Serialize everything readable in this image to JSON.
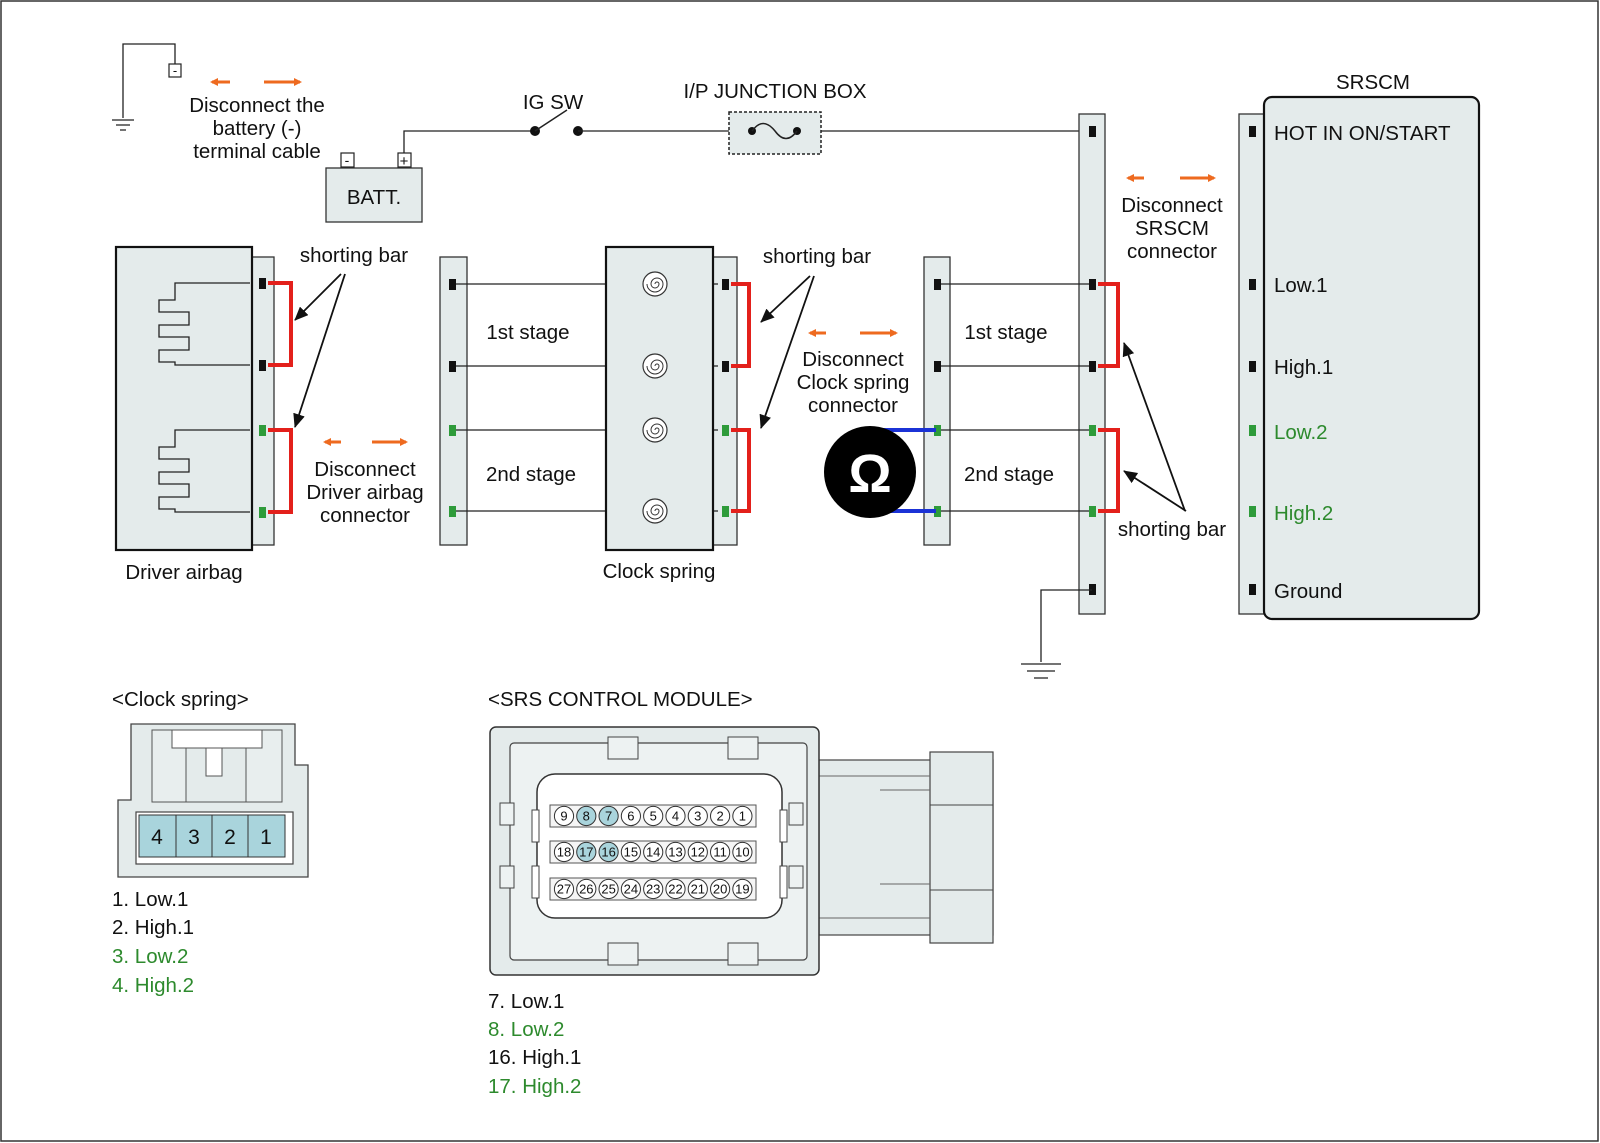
{
  "top": {
    "ig_sw": "IG SW",
    "junction_box": "I/P JUNCTION BOX",
    "battery": "BATT.",
    "battery_minus": "-",
    "battery_plus": "+",
    "ground_minus": "-",
    "disconnect_battery": [
      "Disconnect the",
      "battery (-)",
      "terminal cable"
    ]
  },
  "driver_airbag": {
    "label": "Driver airbag",
    "shorting_bar": "shorting bar",
    "disconnect": [
      "Disconnect",
      "Driver airbag",
      "connector"
    ]
  },
  "clock_spring": {
    "label": "Clock spring",
    "stage1": "1st stage",
    "stage2": "2nd stage",
    "shorting_bar": "shorting bar",
    "disconnect": [
      "Disconnect",
      "Clock spring",
      "connector"
    ]
  },
  "harness": {
    "stage1": "1st stage",
    "stage2": "2nd stage",
    "ohm": "Ω",
    "shorting_bar": "shorting bar",
    "disconnect": [
      "Disconnect",
      "SRSCM",
      "connector"
    ]
  },
  "srscm": {
    "title": "SRSCM",
    "pins": [
      {
        "label": "HOT IN ON/START",
        "color": "black"
      },
      {
        "label": "Low.1",
        "color": "black"
      },
      {
        "label": "High.1",
        "color": "black"
      },
      {
        "label": "Low.2",
        "color": "green"
      },
      {
        "label": "High.2",
        "color": "green"
      },
      {
        "label": "Ground",
        "color": "black"
      }
    ]
  },
  "clock_spring_connector": {
    "title": "<Clock spring>",
    "cells": [
      "4",
      "3",
      "2",
      "1"
    ],
    "legend": [
      {
        "text": "1. Low.1",
        "color": "black"
      },
      {
        "text": "2. High.1",
        "color": "black"
      },
      {
        "text": "3. Low.2",
        "color": "green"
      },
      {
        "text": "4. High.2",
        "color": "green"
      }
    ]
  },
  "srs_module_connector": {
    "title": "<SRS CONTROL MODULE>",
    "rows": [
      [
        "9",
        "8",
        "7",
        "6",
        "5",
        "4",
        "3",
        "2",
        "1"
      ],
      [
        "18",
        "17",
        "16",
        "15",
        "14",
        "13",
        "12",
        "11",
        "10"
      ],
      [
        "27",
        "26",
        "25",
        "24",
        "23",
        "22",
        "21",
        "20",
        "19"
      ]
    ],
    "highlighted": [
      "7",
      "8",
      "16",
      "17"
    ],
    "legend": [
      {
        "text": "7. Low.1",
        "color": "black"
      },
      {
        "text": "8. Low.2",
        "color": "green"
      },
      {
        "text": "16. High.1",
        "color": "black"
      },
      {
        "text": "17. High.2",
        "color": "green"
      }
    ]
  },
  "colors": {
    "shorting_bar": "#e3201b",
    "meter_lead": "#1b32d6",
    "disconnect_arrow": "#ee6a1f",
    "stage2_pin": "#2e9b3a",
    "highlight_cell": "#a9d4dc",
    "component_fill": "#e4ebeb"
  }
}
